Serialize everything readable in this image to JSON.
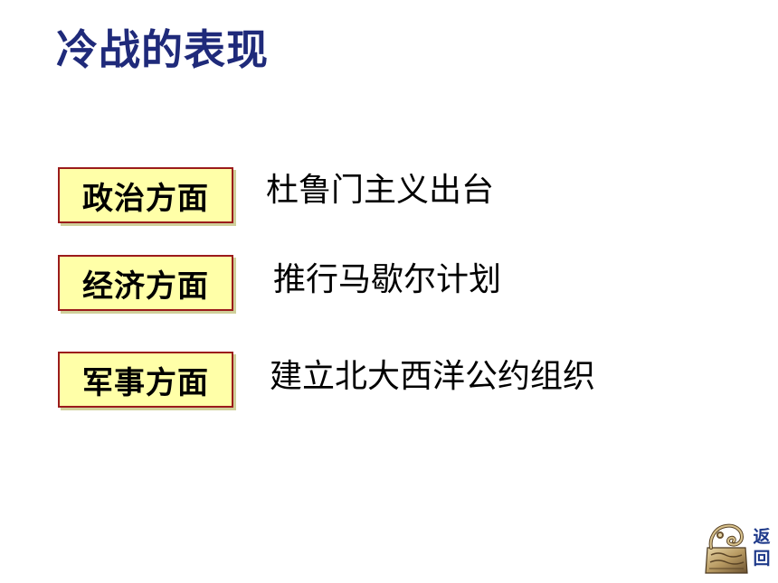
{
  "title": "冷战的表现",
  "rows": [
    {
      "label": "政治方面",
      "value": "杜鲁门主义出台"
    },
    {
      "label": "经济方面",
      "value": "推行马歇尔计划"
    },
    {
      "label": "军事方面",
      "value": "建立北大西洋公约组织"
    }
  ],
  "nav": {
    "back_label": "返回",
    "back_icon": "ornamental-seal-icon"
  },
  "colors": {
    "title": "#1f2a7a",
    "label_background": "#ffffa8",
    "label_border": "#9b1b1b",
    "back_text": "#1f3a8a"
  }
}
